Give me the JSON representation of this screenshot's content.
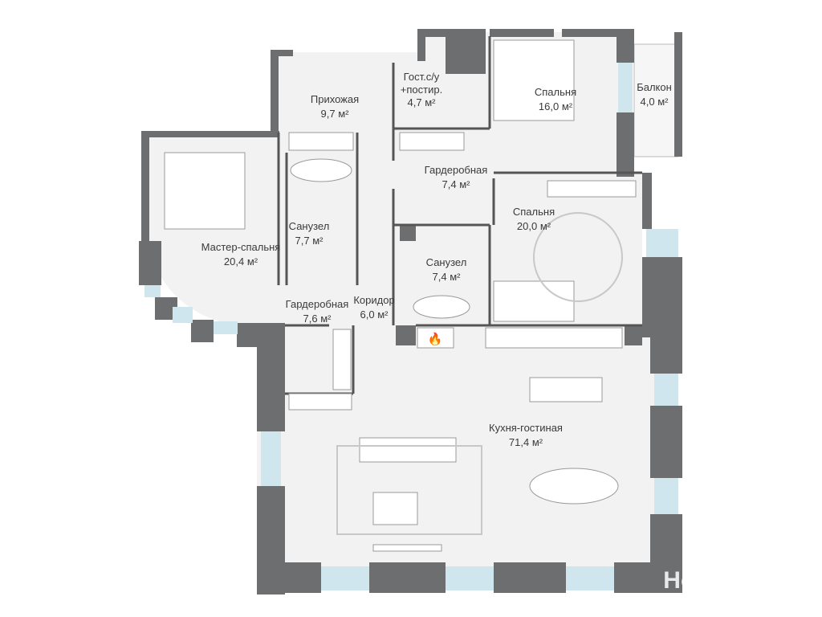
{
  "rooms": [
    {
      "name": "Прихожая",
      "area": "9,7 м²"
    },
    {
      "name": "Гост.с/у",
      "name2": "+постир.",
      "area": "4,7 м²"
    },
    {
      "name": "Спальня",
      "area": "16,0 м²"
    },
    {
      "name": "Балкон",
      "area": "4,0 м²"
    },
    {
      "name": "Гардеробная",
      "area": "7,4 м²"
    },
    {
      "name": "Спальня",
      "area": "20,0 м²"
    },
    {
      "name": "Мастер-спальня",
      "area": "20,4 м²"
    },
    {
      "name": "Санузел",
      "area": "7,7 м²"
    },
    {
      "name": "Санузел",
      "area": "7,4 м²"
    },
    {
      "name": "Гардеробная",
      "area": "7,6 м²"
    },
    {
      "name": "Коридор",
      "area": "6,0 м²"
    },
    {
      "name": "Кухня-гостиная",
      "area": "71,4 м²"
    }
  ],
  "watermark": "Новострой-М",
  "colors": {
    "wall": "#6d6e70",
    "floor": "#f2f2f2",
    "window": "#cfe6ef",
    "fireplace": "#e8442c"
  }
}
